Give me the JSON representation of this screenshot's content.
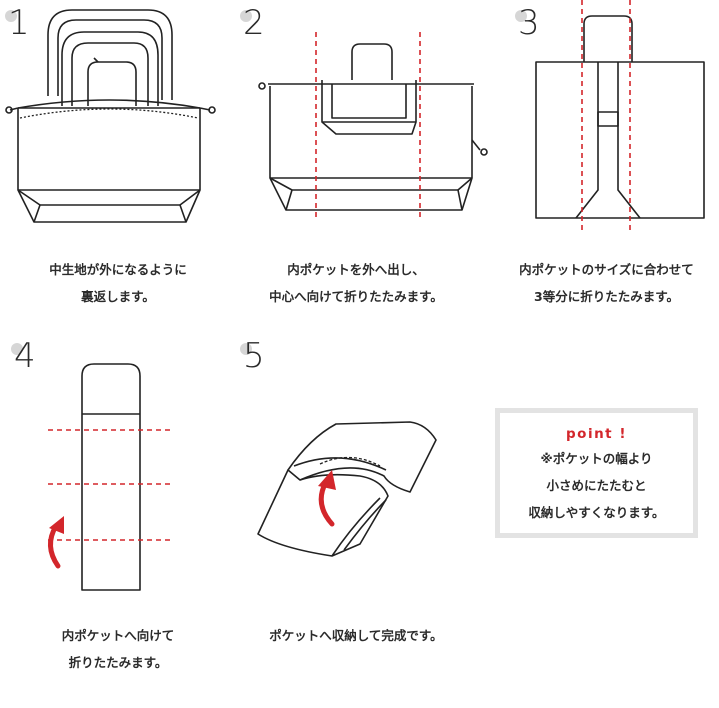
{
  "steps": [
    {
      "number": "1",
      "caption": [
        "中生地が外になるように",
        "裏返します。"
      ]
    },
    {
      "number": "2",
      "caption": [
        "内ポケットを外へ出し、",
        "中心へ向けて折りたたみます。"
      ]
    },
    {
      "number": "3",
      "caption": [
        "内ポケットのサイズに合わせて",
        "3等分に折りたたみます。"
      ]
    },
    {
      "number": "4",
      "caption": [
        "内ポケットへ向けて",
        "折りたたみます。"
      ]
    },
    {
      "number": "5",
      "caption": [
        "ポケットへ収納して完成です。"
      ]
    }
  ],
  "point": {
    "title": "point !",
    "lines": [
      "※ポケットの幅より",
      "小さめにたたむと",
      "収納しやすくなります。"
    ]
  },
  "colors": {
    "accent_red": "#d3262b",
    "line": "#222222",
    "number_dot": "#d6d6d6",
    "box_border": "#e3e3e3"
  },
  "icons": [
    "tote-bag-illustration",
    "pocket-fold-illustration",
    "red-curved-arrow-icon"
  ]
}
